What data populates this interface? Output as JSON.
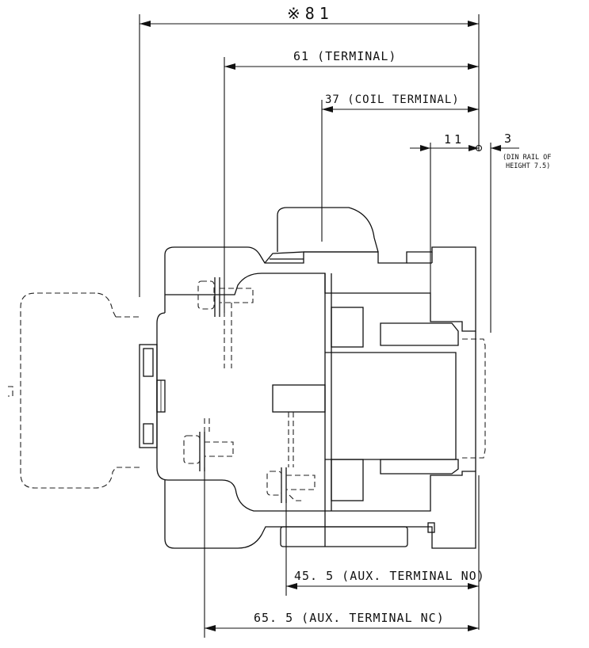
{
  "dimensions": {
    "overall": "※81",
    "terminal": "61 (TERMINAL)",
    "coil_terminal": "37 (COIL TERMINAL)",
    "offset_11": "11",
    "offset_3": "3",
    "din_note_line1": "(DIN RAIL OF",
    "din_note_line2": "HEIGHT 7.5)",
    "aux_no": "45. 5 (AUX. TERMINAL NO)",
    "aux_nc": "65. 5 (AUX. TERMINAL NC)"
  },
  "colors": {
    "line": "#111111",
    "background": "#ffffff"
  }
}
